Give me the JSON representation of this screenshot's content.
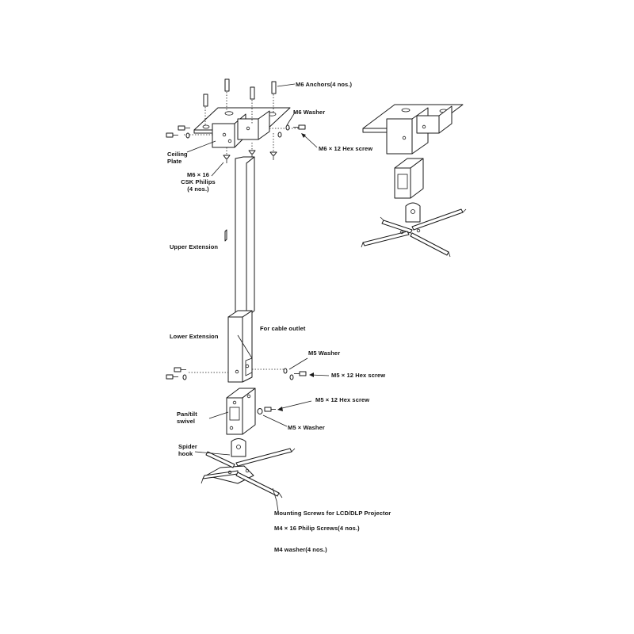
{
  "labels": {
    "m6_anchors": "M6 Anchors(4 nos.)",
    "m6_washer": "M6 Washer",
    "m6_hex_screw": "M6 × 12 Hex screw",
    "ceiling_plate_1": "Ceiling",
    "ceiling_plate_2": "Plate",
    "m6_csk_1": "M6 × 16",
    "m6_csk_2": "CSK Philips",
    "m6_csk_3": "(4 nos.)",
    "upper_extension": "Upper Extension",
    "lower_extension": "Lower Extension",
    "cable_outlet": "For cable outlet",
    "m5_washer": "M5 Washer",
    "m5_hex_screw_1": "M5 × 12 Hex screw",
    "m5_hex_screw_2": "M5 × 12 Hex screw",
    "pan_tilt_1": "Pan/tilt",
    "pan_tilt_2": "swivel",
    "m5x_washer": "M5 × Washer",
    "spider_hook_1": "Spider",
    "spider_hook_2": "hook",
    "mounting_screws": "Mounting Screws for LCD/DLP Projector",
    "m4_philip": "M4 × 16 Philip Screws(4 nos.)",
    "m4_washer": "M4 washer(4 nos.)"
  }
}
